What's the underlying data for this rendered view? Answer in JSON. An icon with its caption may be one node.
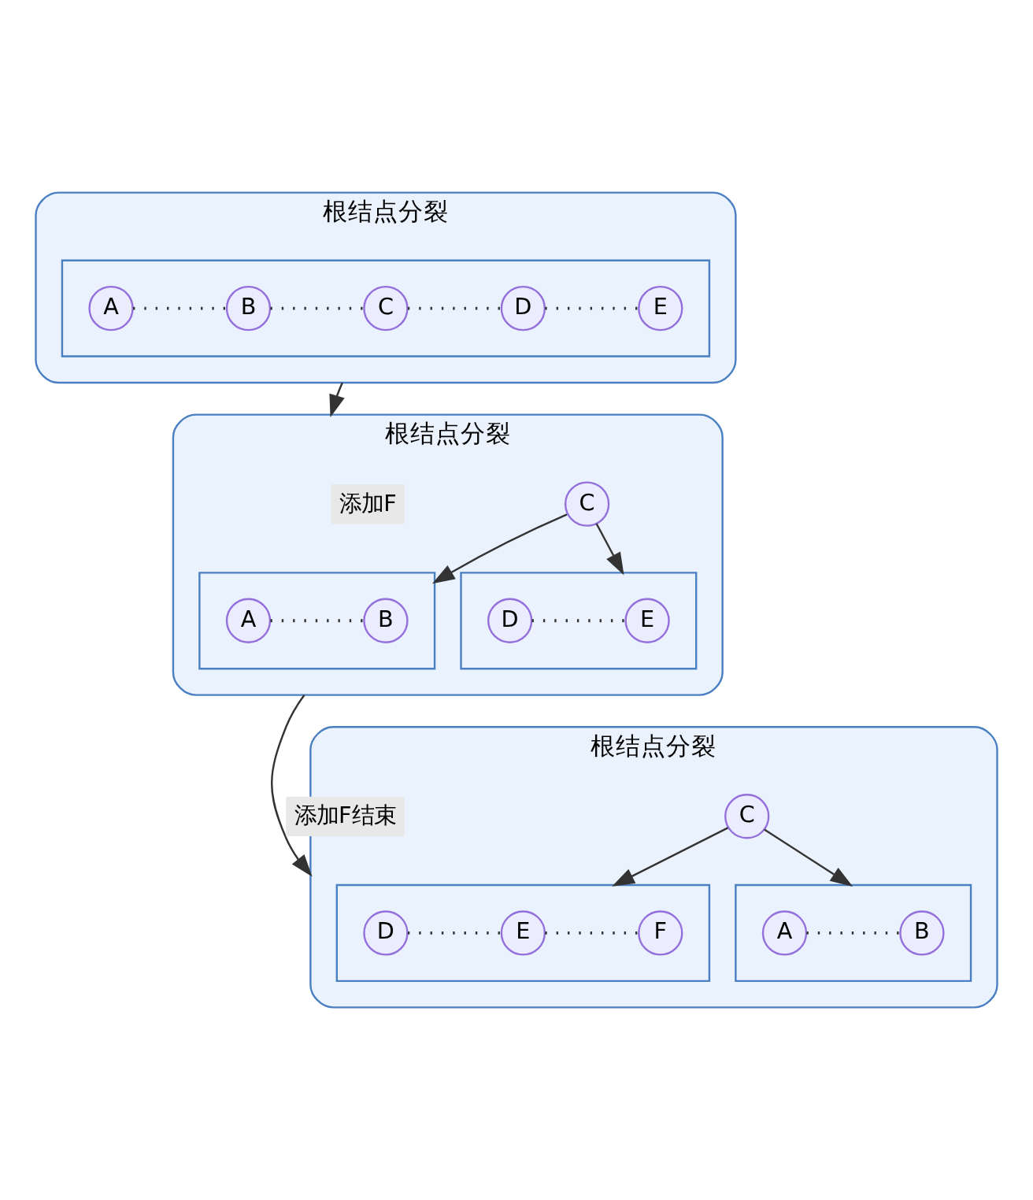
{
  "diagram": {
    "nodes": [
      {
        "text": [
          "根结点分裂"
        ]
      },
      {
        "text": [],
        "shape": "box",
        "in": 0
      },
      {
        "text": [
          "A"
        ],
        "in": 1
      },
      {
        "text": [
          "B"
        ],
        "in": 1
      },
      {
        "text": [
          "C"
        ],
        "in": 1
      },
      {
        "text": [
          "D"
        ],
        "in": 1
      },
      {
        "text": [
          "E"
        ],
        "in": 1
      },
      {
        "text": [
          "根结点分裂"
        ]
      },
      {
        "text": [
          "C"
        ],
        "in": 7
      },
      {
        "text": [],
        "shape": "box",
        "in": 7
      },
      {
        "text": [
          "A"
        ],
        "in": 9
      },
      {
        "text": [
          "B"
        ],
        "in": 9
      },
      {
        "text": [],
        "shape": "box",
        "in": 7
      },
      {
        "text": [
          "D"
        ],
        "in": 12
      },
      {
        "text": [
          "E"
        ],
        "in": 12
      },
      {
        "text": [
          "根结点分裂"
        ]
      },
      {
        "text": [
          "C"
        ],
        "in": 15
      },
      {
        "text": [],
        "shape": "box",
        "in": 15
      },
      {
        "text": [
          "A"
        ],
        "in": 17
      },
      {
        "text": [
          "B"
        ],
        "in": 17
      },
      {
        "text": [],
        "shape": "box",
        "in": 15
      },
      {
        "text": [
          "D"
        ],
        "in": 20
      },
      {
        "text": [
          "E"
        ],
        "in": 20
      },
      {
        "text": [
          "F"
        ],
        "in": 20
      }
    ],
    "edges": [
      {
        "from": 2,
        "to": 3,
        "arrow": "none",
        "style": "dashed"
      },
      {
        "from": 3,
        "to": 4,
        "arrow": "none",
        "style": "dashed"
      },
      {
        "from": 4,
        "to": 5,
        "arrow": "none",
        "style": "dashed"
      },
      {
        "from": 5,
        "to": 6,
        "arrow": "none",
        "style": "dashed"
      },
      {
        "from": 0,
        "to": 7,
        "arrow": "to",
        "label": "添加F"
      },
      {
        "from": 8,
        "to": 9,
        "arrow": "to"
      },
      {
        "from": 8,
        "to": 12,
        "arrow": "to"
      },
      {
        "from": 10,
        "to": 11,
        "arrow": "none",
        "style": "dashed"
      },
      {
        "from": 13,
        "to": 14,
        "arrow": "none",
        "style": "dashed"
      },
      {
        "from": 7,
        "to": 15,
        "arrow": "to",
        "label": "添加F结束"
      },
      {
        "from": 16,
        "to": 17,
        "arrow": "to"
      },
      {
        "from": 16,
        "to": 20,
        "arrow": "to"
      },
      {
        "from": 18,
        "to": 19,
        "arrow": "none",
        "style": "dashed"
      },
      {
        "from": 21,
        "to": 22,
        "arrow": "none",
        "style": "dashed"
      },
      {
        "from": 22,
        "to": 23,
        "arrow": "none",
        "style": "dashed"
      }
    ]
  }
}
